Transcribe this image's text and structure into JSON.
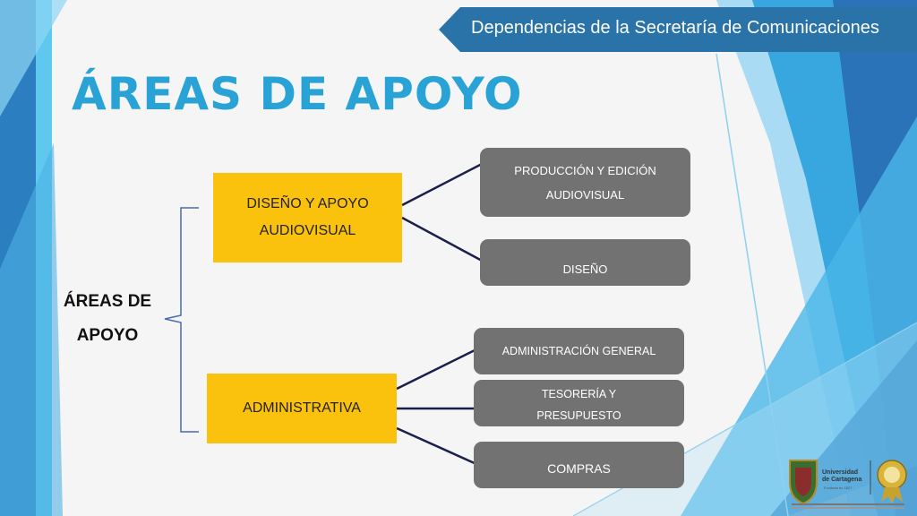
{
  "header": {
    "title": "Dependencias de la  Secretaría de Comunicaciones"
  },
  "page": {
    "title": "ÁREAS DE APOYO"
  },
  "diagram": {
    "root": {
      "line1": "ÁREAS DE",
      "line2": "APOYO"
    },
    "branches": [
      {
        "label_line1": "DISEÑO Y APOYO",
        "label_line2": "AUDIOVISUAL",
        "children": [
          {
            "line1": "PRODUCCIÓN Y EDICIÓN",
            "line2": "AUDIOVISUAL"
          },
          {
            "line1": "DISEÑO"
          }
        ]
      },
      {
        "label_line1": "ADMINISTRATIVA",
        "children": [
          {
            "line1": "ADMINISTRACIÓN GENERAL"
          },
          {
            "line1": "TESORERÍA Y",
            "line2": "PRESUPUESTO"
          },
          {
            "line1": "COMPRAS"
          }
        ]
      }
    ]
  },
  "logo": {
    "name_line1": "Universidad",
    "name_line2": "de Cartagena",
    "founded": "Fundada en 1827"
  },
  "colors": {
    "accent_blue": "#29a3d6",
    "header_blue": "#2a73a8",
    "yellow": "#fbc20d",
    "gray": "#727272"
  }
}
